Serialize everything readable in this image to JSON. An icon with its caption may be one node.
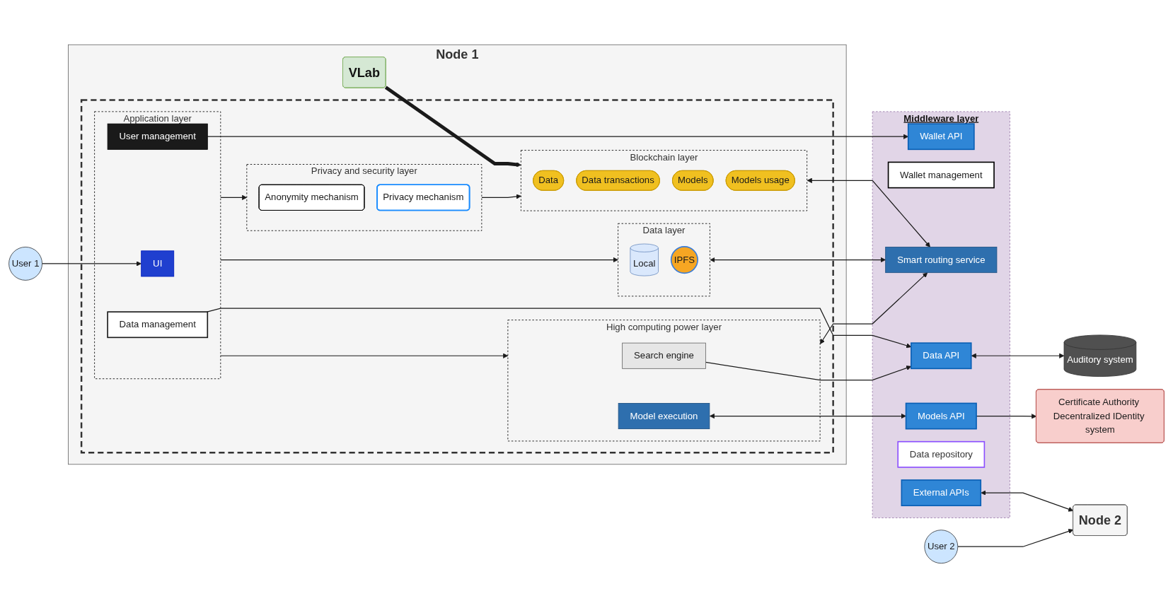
{
  "diagram": {
    "nodes": [
      {
        "text": [
          "User 1"
        ]
      },
      {
        "text": [
          "Node 1"
        ]
      },
      {
        "text": [
          "VLab"
        ],
        "in": 1
      },
      {
        "text": [],
        "shape": "box",
        "in": 1
      },
      {
        "text": [
          "Application layer"
        ],
        "in": 3
      },
      {
        "text": [
          "UI"
        ],
        "in": 4
      },
      {
        "text": [
          "User management"
        ],
        "in": 4
      },
      {
        "text": [
          "Data management"
        ],
        "in": 4
      },
      {
        "text": [
          "Privacy and security layer"
        ],
        "in": 3
      },
      {
        "text": [
          "Anonymity mechanism"
        ],
        "in": 8
      },
      {
        "text": [
          "Privacy mechanism"
        ],
        "in": 8
      },
      {
        "text": [
          "Blockchain layer"
        ],
        "in": 3
      },
      {
        "text": [
          "Data"
        ],
        "in": 11
      },
      {
        "text": [
          "Data transactions"
        ],
        "in": 11
      },
      {
        "text": [
          "Models"
        ],
        "in": 11
      },
      {
        "text": [
          "Models usage"
        ],
        "in": 11
      },
      {
        "text": [
          "Data layer"
        ],
        "in": 3
      },
      {
        "text": [
          "Local"
        ],
        "in": 16
      },
      {
        "text": [
          "IPFS"
        ],
        "in": 16
      },
      {
        "text": [
          "High computing power layer"
        ],
        "in": 3
      },
      {
        "text": [
          "Search engine"
        ],
        "in": 19
      },
      {
        "text": [
          "Model execution"
        ],
        "in": 19
      },
      {
        "text": [
          "Middleware layer"
        ]
      },
      {
        "text": [
          "Wallet API"
        ],
        "in": 22
      },
      {
        "text": [
          "Wallet management"
        ],
        "in": 22
      },
      {
        "text": [
          "Smart routing service"
        ],
        "in": 22
      },
      {
        "text": [
          "External APIs"
        ],
        "in": 22
      },
      {
        "text": [
          "Data API"
        ],
        "in": 22
      },
      {
        "text": [
          "Data repository"
        ],
        "in": 22
      },
      {
        "text": [
          "Models API"
        ],
        "in": 22
      },
      {
        "text": [
          "User 2"
        ]
      },
      {
        "text": [
          "Node 2"
        ]
      },
      {
        "text": [
          "Auditory system"
        ]
      },
      {
        "text": [
          "Certificate Authority Decentralized IDentity system"
        ]
      }
    ],
    "edges": [
      {
        "from": 0,
        "to": 5,
        "arrow": "to"
      },
      {
        "from": 2,
        "to": 11,
        "arrow": "to",
        "style": "thick"
      },
      {
        "from": 4,
        "to": 8,
        "arrow": "to"
      },
      {
        "from": 8,
        "to": 11,
        "arrow": "to"
      },
      {
        "from": 4,
        "to": 16,
        "arrow": "to"
      },
      {
        "from": 4,
        "to": 19,
        "arrow": "to"
      },
      {
        "from": 6,
        "to": 23,
        "arrow": "to"
      },
      {
        "from": 7,
        "to": 27,
        "arrow": "to"
      },
      {
        "from": 20,
        "to": 27,
        "arrow": "to"
      },
      {
        "from": 11,
        "to": 25,
        "arrow": "both"
      },
      {
        "from": 16,
        "to": 25,
        "arrow": "both"
      },
      {
        "from": 19,
        "to": 25,
        "arrow": "both"
      },
      {
        "from": 26,
        "to": 31,
        "arrow": "both"
      },
      {
        "from": 27,
        "to": 32,
        "arrow": "both"
      },
      {
        "from": 29,
        "to": 33,
        "arrow": "to"
      },
      {
        "from": 21,
        "to": 29,
        "arrow": "both"
      },
      {
        "from": 30,
        "to": 31,
        "arrow": "to"
      }
    ]
  }
}
